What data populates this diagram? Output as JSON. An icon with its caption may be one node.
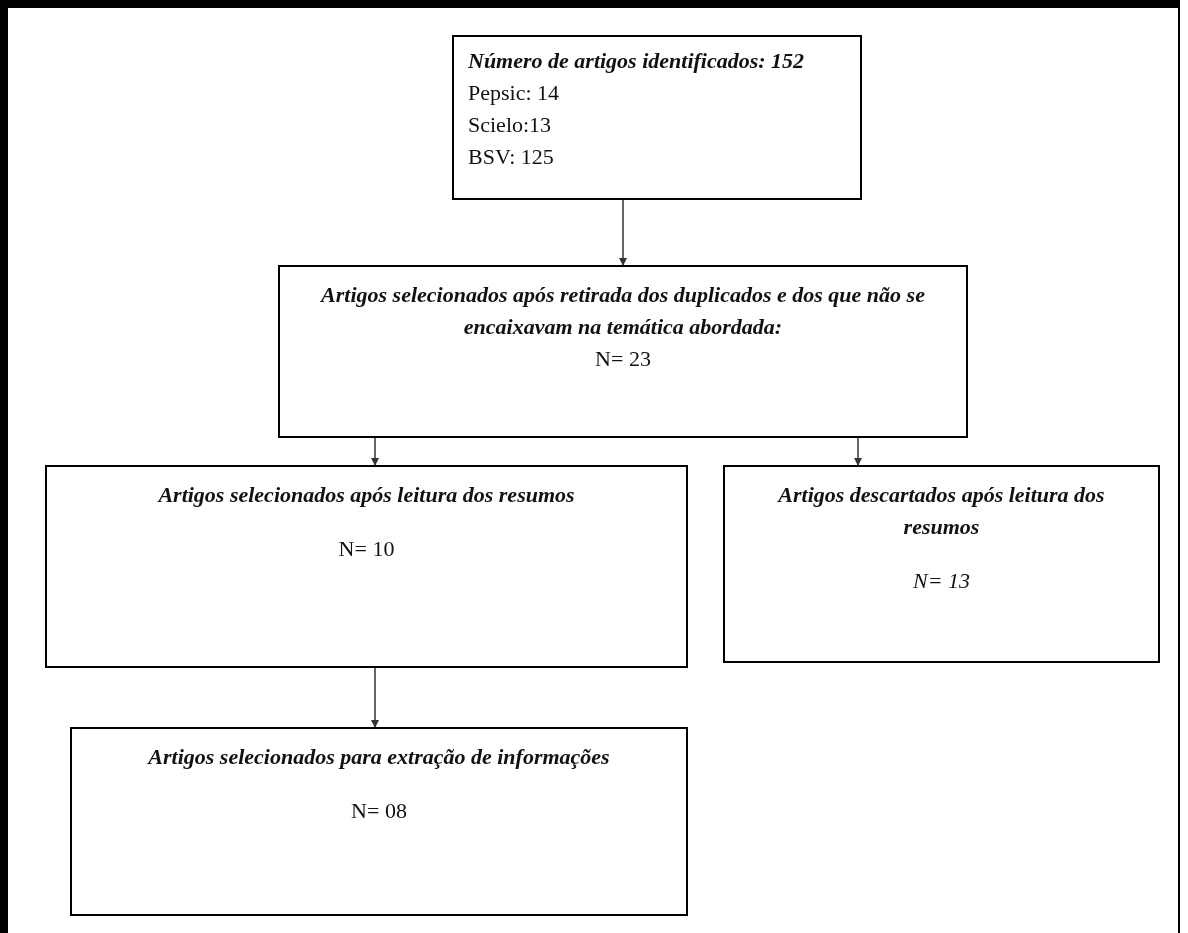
{
  "diagram": {
    "nodes": [
      {
        "text": [
          "Número de artigos identificados: 152",
          "Pepsic: 14",
          "Scielo:13",
          "BSV: 125"
        ]
      },
      {
        "text": [
          "Artigos selecionados após retirada dos duplicados e dos que não se encaixavam na temática abordada:",
          "N= 23"
        ]
      },
      {
        "text": [
          "Artigos selecionados após leitura dos resumos",
          "N= 10"
        ]
      },
      {
        "text": [
          "Artigos descartados após leitura dos resumos",
          "N= 13"
        ]
      },
      {
        "text": [
          "Artigos selecionados para extração de informações",
          "N= 08"
        ]
      }
    ],
    "edges": [
      {
        "from": 0,
        "to": 1,
        "arrow": "to"
      },
      {
        "from": 1,
        "to": 2,
        "arrow": "to"
      },
      {
        "from": 1,
        "to": 3,
        "arrow": "to"
      },
      {
        "from": 2,
        "to": 4,
        "arrow": "to"
      }
    ]
  }
}
